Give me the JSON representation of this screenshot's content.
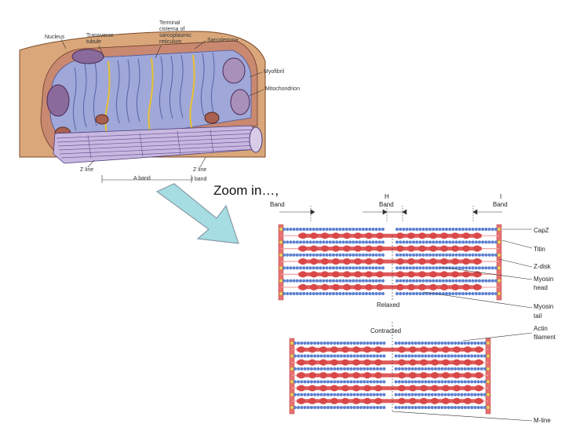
{
  "caption": "Zoom in…,",
  "colors": {
    "sarcolemma": "#d9a77a",
    "myofibril": "#9fa8d8",
    "mitochondria": "#8a6a9a",
    "actin": "#5b7fcf",
    "myosin": "#e05a5a",
    "zdisk": "#e87070",
    "arrow": "#a6dde2"
  },
  "top_diagram": {
    "labels": {
      "nucleus": "Nucleus",
      "t_tubule_1": "Transverse",
      "t_tubule_2": "tubule",
      "terminal_1": "Terminal",
      "terminal_2": "cisterna of",
      "terminal_3": "sarcoplasmic",
      "terminal_4": "reticulum",
      "sarcolemma": "Sarcolemma",
      "myofibril": "Myofibril",
      "mitochondrion": "Mitochondrion",
      "z_line_left": "Z line",
      "z_line_right": "Z line",
      "a_band": "A band",
      "i_band": "I band"
    }
  },
  "bottom_diagram": {
    "band_left": "Band",
    "h_band_1": "H",
    "h_band_2": "Band",
    "i_band_1": "I",
    "i_band_2": "Band",
    "relaxed": "Relaxed",
    "contracted": "Contracted",
    "side_labels": {
      "capz": "CapZ",
      "titin": "Titin",
      "zdisk": "Z-disk",
      "myosin_head_1": "Myosin",
      "myosin_head_2": "head",
      "myosin_tail_1": "Myosin",
      "myosin_tail_2": "tail",
      "actin_1": "Actin",
      "actin_2": "filament",
      "mline": "M-line"
    }
  }
}
